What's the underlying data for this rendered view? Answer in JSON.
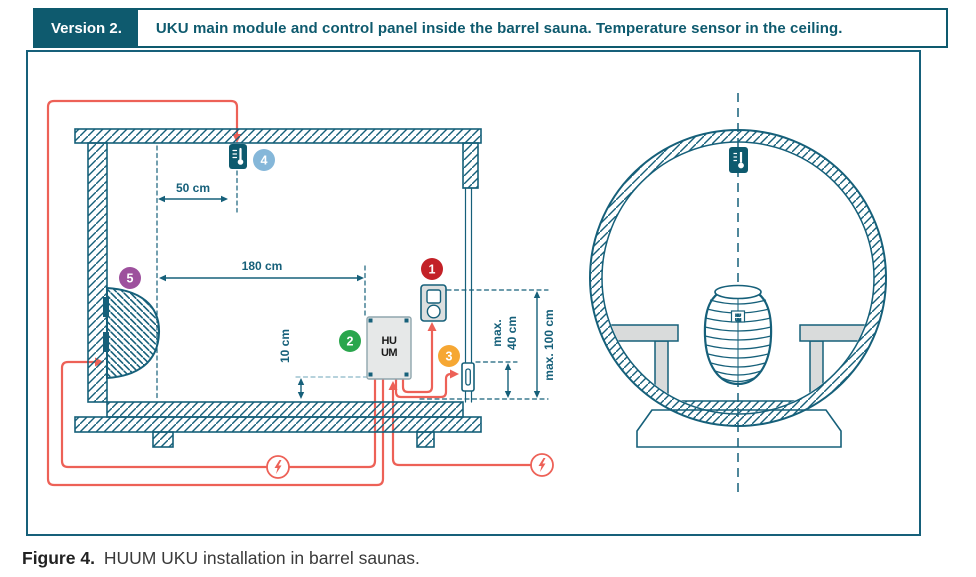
{
  "header": {
    "version_label": "Version 2.",
    "description": "UKU main module and control panel inside the barrel sauna. Temperature sensor in the ceiling."
  },
  "caption": {
    "label": "Figure 4.",
    "text": "HUUM UKU installation in barrel saunas."
  },
  "diagram": {
    "dimensions": {
      "d50": "50 cm",
      "d180": "180 cm",
      "d10": "10 cm",
      "max_label": "max.",
      "d40": "40 cm",
      "max100": "max. 100 cm"
    },
    "badges": {
      "b1": "1",
      "b2": "2",
      "b3": "3",
      "b4": "4",
      "b5": "5"
    },
    "module_logo": {
      "line1": "HU",
      "line2": "UM"
    },
    "icons": {
      "power": "lightning-icon",
      "temperature": "thermometer-icon"
    }
  },
  "colors": {
    "teal": "#16607a",
    "header_teal": "#0e5a6e",
    "wire_red": "#ed6157",
    "badge1_red": "#c32127",
    "badge2_green": "#2aa64d",
    "badge3_orange": "#f6a733",
    "badge4_blue": "#85b7d9",
    "badge5_purple": "#9d509d",
    "panel_gray": "#dcdfdf"
  }
}
